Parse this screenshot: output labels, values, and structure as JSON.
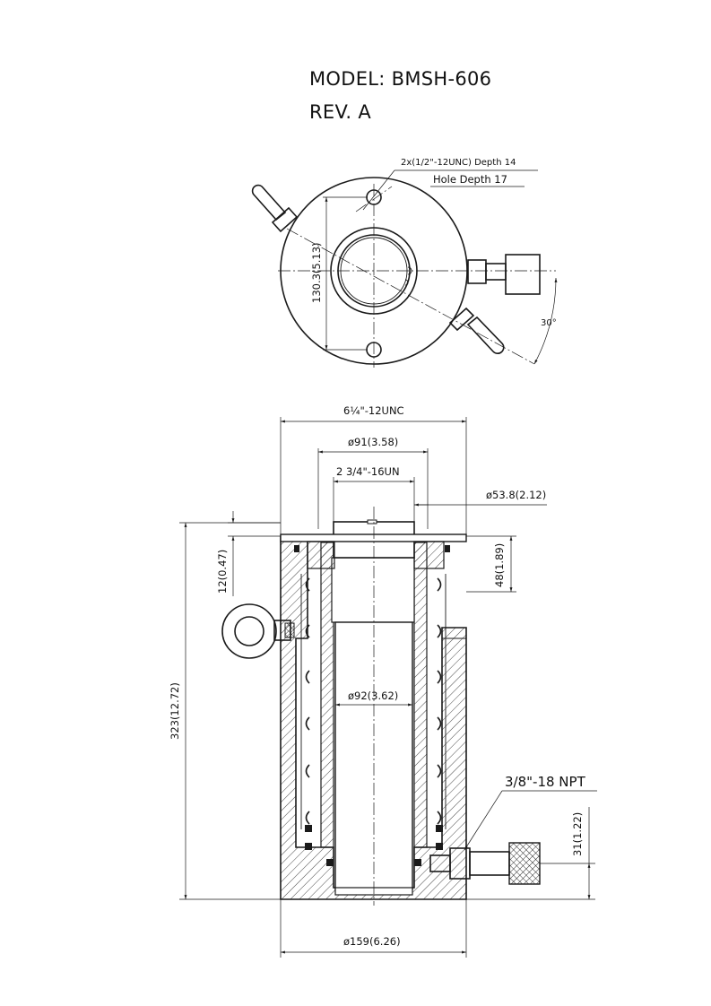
{
  "header": {
    "model": "MODEL: BMSH-606",
    "rev": "REV. A"
  },
  "top_view": {
    "hole_note_1": "2x(1/2\"-12UNC) Depth 14",
    "hole_note_2": "Hole Depth 17",
    "bolt_circle": "130.3(5.13)",
    "angle": "30°"
  },
  "section_view": {
    "thread_top": "6¼\"-12UNC",
    "dia_91": "ø91(3.58)",
    "thread_inner": "2 3/4\"-16UN",
    "dia_53": "ø53.8(2.12)",
    "dim_48": "48(1.89)",
    "dim_12": "12(0.47)",
    "overall_height": "323(12.72)",
    "dia_92": "ø92(3.62)",
    "port": "3/8\"-18 NPT",
    "dim_31": "31(1.22)",
    "dia_159": "ø159(6.26)"
  }
}
